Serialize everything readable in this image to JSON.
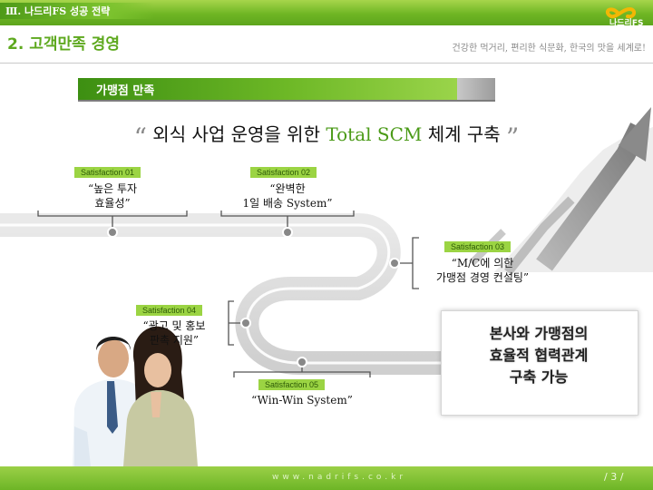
{
  "header": {
    "section_label": "Ⅲ. 나드리FS 성공 전략",
    "page_title": "2. 고객만족 경영",
    "slogan": "건강한 먹거리, 편리한 식문화, 한국의 맛을 세계로!",
    "logo_text": "나드리FS"
  },
  "banner": {
    "label": "가맹점 만족"
  },
  "headline": {
    "open_quote": "“",
    "before": "외식 사업 운영을 위한 ",
    "highlight": "Total SCM",
    "after": " 체계 구축",
    "close_quote": "”"
  },
  "items": [
    {
      "tag": "Satisfaction 01",
      "line1": "“높은 투자",
      "line2": "효율성”"
    },
    {
      "tag": "Satisfaction 02",
      "line1": "“완벽한",
      "line2": "1일 배송 System”"
    },
    {
      "tag": "Satisfaction 03",
      "line1": "“M/C에 의한",
      "line2": "가맹점 경영 컨설팅”"
    },
    {
      "tag": "Satisfaction 04",
      "line1": "“광고 및 홍보",
      "line2": "판촉 지원”"
    },
    {
      "tag": "Satisfaction 05",
      "line1": "“Win-Win System”",
      "line2": ""
    }
  ],
  "result": {
    "line1": "본사와 가맹점의",
    "line2": "효율적 협력관계",
    "line3": "구축 가능"
  },
  "footer": {
    "url": "www.nadrifs.co.kr",
    "page": "/ 3 /"
  },
  "colors": {
    "brand_green": "#6fb624",
    "tag_green": "#9bd443",
    "headline_green": "#4a9a17"
  }
}
